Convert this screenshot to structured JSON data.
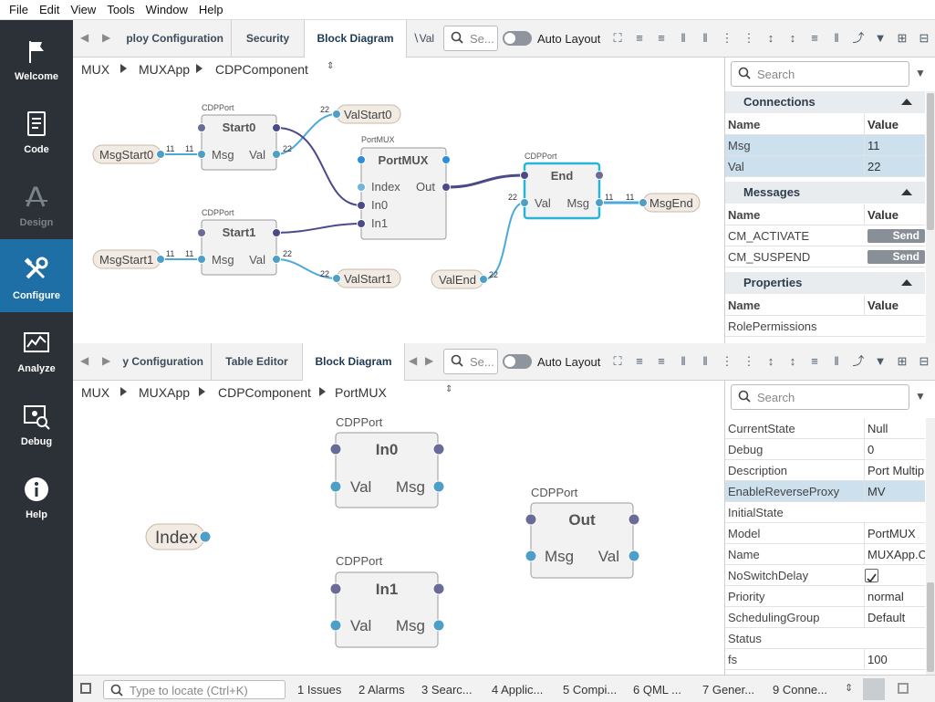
{
  "menu": [
    "File",
    "Edit",
    "View",
    "Tools",
    "Window",
    "Help"
  ],
  "sidebar": [
    {
      "label": "Welcome",
      "icon": "flag-icon",
      "state": "normal"
    },
    {
      "label": "Code",
      "icon": "document-icon",
      "state": "normal"
    },
    {
      "label": "Design",
      "icon": "design-icon",
      "state": "disabled"
    },
    {
      "label": "Configure",
      "icon": "tools-icon",
      "state": "active"
    },
    {
      "label": "Analyze",
      "icon": "chart-icon",
      "state": "normal"
    },
    {
      "label": "Debug",
      "icon": "debug-icon",
      "state": "normal"
    },
    {
      "label": "Help",
      "icon": "info-icon",
      "state": "normal"
    }
  ],
  "top": {
    "tabs": [
      "ploy Configuration",
      "Security",
      "Block Diagram",
      "Val"
    ],
    "search_placeholder": "Se...",
    "auto_layout": "Auto Layout",
    "breadcrumb": [
      "MUX",
      "MUXApp",
      "CDPComponent"
    ],
    "diagram": {
      "ports": [
        {
          "type": "CDPPort",
          "name": "Start0",
          "in": "Msg",
          "out": "Val"
        },
        {
          "type": "CDPPort",
          "name": "Start1",
          "in": "Msg",
          "out": "Val"
        },
        {
          "type": "PortMUX",
          "name": "PortMUX",
          "inputs": [
            "Index",
            "In0",
            "In1"
          ],
          "out": "Out"
        },
        {
          "type": "CDPPort",
          "name": "End",
          "in": "Val",
          "out": "Msg"
        }
      ],
      "terminals": [
        "MsgStart0",
        "ValStart0",
        "MsgStart1",
        "ValStart1",
        "ValEnd",
        "MsgEnd"
      ],
      "wire_labels": {
        "n11": "11",
        "n22": "22"
      }
    },
    "panel": {
      "search_placeholder": "Search",
      "connections_title": "Connections",
      "col_name": "Name",
      "col_value": "Value",
      "connections": [
        {
          "name": "Msg",
          "value": "11"
        },
        {
          "name": "Val",
          "value": "22"
        }
      ],
      "messages_title": "Messages",
      "messages": [
        {
          "name": "CM_ACTIVATE",
          "action": "Send"
        },
        {
          "name": "CM_SUSPEND",
          "action": "Send"
        }
      ],
      "properties_title": "Properties",
      "properties": [
        {
          "name": "RolePermissions",
          "value": ""
        }
      ]
    }
  },
  "bottom": {
    "tabs": [
      "y Configuration",
      "Table Editor",
      "Block Diagram"
    ],
    "search_placeholder": "Se...",
    "auto_layout": "Auto Layout",
    "breadcrumb": [
      "MUX",
      "MUXApp",
      "CDPComponent",
      "PortMUX"
    ],
    "diagram": {
      "ports": [
        {
          "type": "CDPPort",
          "name": "In0",
          "left": "Val",
          "right": "Msg"
        },
        {
          "type": "CDPPort",
          "name": "In1",
          "left": "Val",
          "right": "Msg"
        },
        {
          "type": "CDPPort",
          "name": "Out",
          "left": "Msg",
          "right": "Val"
        }
      ],
      "terminal": "Index"
    },
    "panel": {
      "search_placeholder": "Search",
      "properties": [
        {
          "name": "CurrentState",
          "value": "Null"
        },
        {
          "name": "Debug",
          "value": "0"
        },
        {
          "name": "Description",
          "value": "Port Multip"
        },
        {
          "name": "EnableReverseProxy",
          "value": "MV",
          "selected": true
        },
        {
          "name": "InitialState",
          "value": ""
        },
        {
          "name": "Model",
          "value": "PortMUX"
        },
        {
          "name": "Name",
          "value": "MUXApp.C"
        },
        {
          "name": "NoSwitchDelay",
          "value": "",
          "checkbox": true
        },
        {
          "name": "Priority",
          "value": "normal"
        },
        {
          "name": "SchedulingGroup",
          "value": "Default"
        },
        {
          "name": "Status",
          "value": ""
        },
        {
          "name": "fs",
          "value": "100"
        }
      ]
    }
  },
  "status": {
    "locate_placeholder": "Type to locate (Ctrl+K)",
    "items": [
      "1  Issues",
      "2  Alarms",
      "3  Searc...",
      "4  Applic...",
      "5  Compi...",
      "6  QML ...",
      "7  Gener...",
      "9  Conne..."
    ]
  },
  "colors": {
    "accent": "#1d6fa5",
    "sidebar": "#2b3137",
    "wire_dark": "#4a4a8a",
    "wire_light": "#4ea9db",
    "selected_border": "#29b6d6"
  }
}
